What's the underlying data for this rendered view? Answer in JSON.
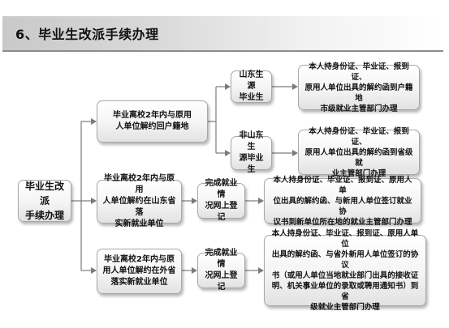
{
  "header": {
    "title": "6、毕业生改派手续办理"
  },
  "diagram": {
    "root": "毕业生改派\n手续办理",
    "branches": [
      {
        "label": "毕业离校2年内与原用\n人单位解约回户籍地",
        "children": [
          {
            "label": "山东生源\n毕业生",
            "result": "本人持身份证、毕业证、报到证、\n原用人单位出具的解约函到户籍地\n市级就业主管部门办理"
          },
          {
            "label": "非山东生\n源毕业生",
            "result": "本人持身份证、毕业证、报到证、\n原用人单位出具的解约函到省级就\n业主管部门办理"
          }
        ]
      },
      {
        "label": "毕业离校2年内与原用\n人单位解约在山东省落\n实新就业单位",
        "children": [
          {
            "label": "完成就业情\n况网上登记",
            "result": "本人持身份证、毕业证、报到证、原用人单\n位出具的解约函、与新用人单位签订就业协\n议书到新单位所在地的就业主管部门办理"
          }
        ]
      },
      {
        "label": "毕业离校2年内与原\n用人单位解约在外省\n落实新就业单位",
        "children": [
          {
            "label": "完成就业情\n况网上登记",
            "result": "本人持身份证、毕业证、报到证、原用人单位\n出具的解约函、与省外新用人单位签订的协议\n书（或用人单位当地就业部门出具的接收证\n明、机关事业单位的录取或聘用通知书）到省\n级就业主管部门办理"
          }
        ]
      }
    ]
  }
}
